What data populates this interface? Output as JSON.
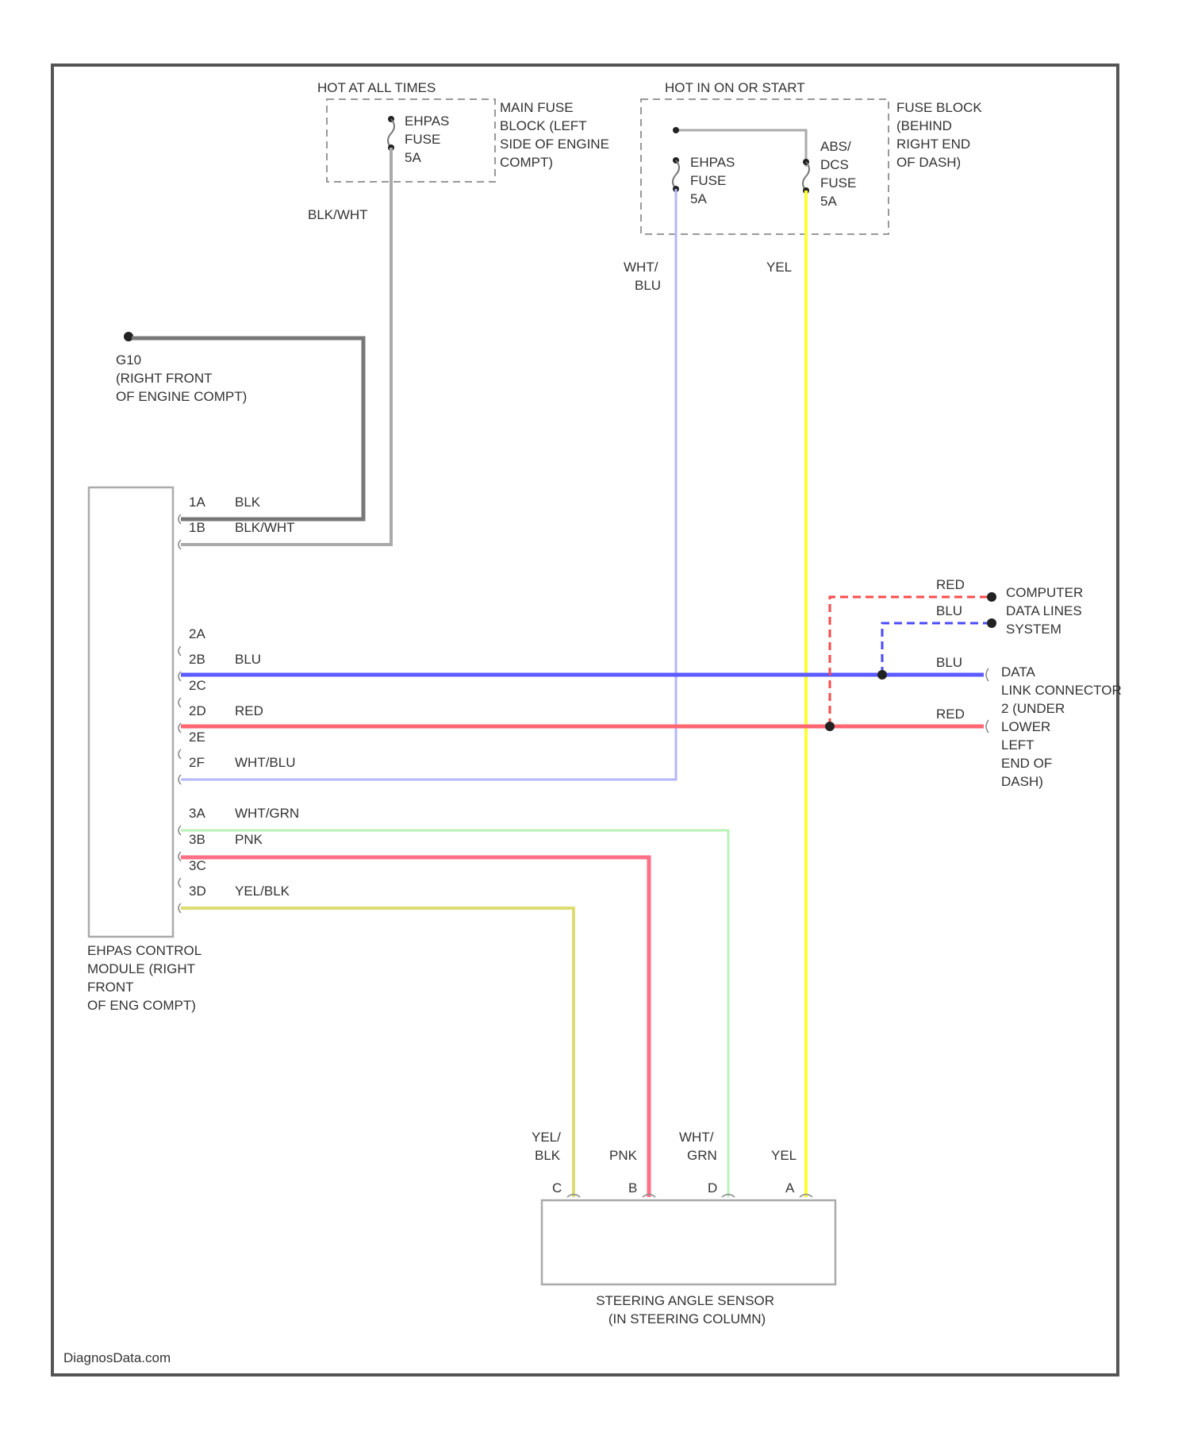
{
  "labels": {
    "hot_at_all_times": "HOT AT ALL TIMES",
    "hot_in_on_or_start": "HOT IN ON OR START",
    "main_fuse_block": [
      "MAIN FUSE",
      "BLOCK (LEFT",
      "SIDE OF ENGINE",
      "COMPT)"
    ],
    "fuse_block_dash": [
      "FUSE BLOCK",
      "(BEHIND",
      "RIGHT END",
      "OF DASH)"
    ],
    "ehpas_fuse_5a_left": [
      "EHPAS",
      "FUSE",
      "5A"
    ],
    "ehpas_fuse_5a_right": [
      "EHPAS",
      "FUSE",
      "5A"
    ],
    "abs_dcs_fuse": [
      "ABS/",
      "DCS",
      "FUSE",
      "5A"
    ],
    "wire_blk_wht_top": "BLK/WHT",
    "wire_wht_blu_top": [
      "WHT/",
      "BLU"
    ],
    "wire_yel_top": "YEL",
    "ground_point": [
      "G10",
      "(RIGHT FRONT",
      "OF ENGINE COMPT)"
    ],
    "computer_data_lines": [
      "COMPUTER",
      "DATA LINES",
      "SYSTEM"
    ],
    "data_link_connector": [
      "DATA",
      "LINK CONNECTOR",
      "2 (UNDER",
      "LOWER",
      "LEFT",
      "END OF",
      "DASH)"
    ],
    "wire_red_dlc_upper": "RED",
    "wire_blu_dlc_upper": "BLU",
    "wire_blu_dlc": "BLU",
    "wire_red_dlc": "RED",
    "control_module": [
      "EHPAS CONTROL",
      "MODULE (RIGHT",
      "FRONT",
      "OF ENG COMPT)"
    ],
    "steering_angle_sensor": [
      "STEERING ANGLE SENSOR",
      "(IN STEERING COLUMN)"
    ],
    "sensor_wire_yel_blk": [
      "YEL/",
      "BLK"
    ],
    "sensor_wire_pnk": "PNK",
    "sensor_wire_wht_grn": [
      "WHT/",
      "GRN"
    ],
    "sensor_wire_yel": "YEL",
    "sensor_pin_c": "C",
    "sensor_pin_b": "B",
    "sensor_pin_d": "D",
    "sensor_pin_a": "A",
    "watermark": "DiagnosData.com"
  },
  "module_pins": [
    {
      "pin": "1A",
      "wire": "BLK"
    },
    {
      "pin": "1B",
      "wire": "BLK/WHT"
    },
    {
      "pin": "2A",
      "wire": ""
    },
    {
      "pin": "2B",
      "wire": "BLU"
    },
    {
      "pin": "2C",
      "wire": ""
    },
    {
      "pin": "2D",
      "wire": "RED"
    },
    {
      "pin": "2E",
      "wire": ""
    },
    {
      "pin": "2F",
      "wire": "WHT/BLU"
    },
    {
      "pin": "3A",
      "wire": "WHT/GRN"
    },
    {
      "pin": "3B",
      "wire": "PNK"
    },
    {
      "pin": "3C",
      "wire": ""
    },
    {
      "pin": "3D",
      "wire": "YEL/BLK"
    }
  ],
  "colors": {
    "blk": "#777777",
    "blk_wht": "#aaaaaa",
    "blu": "#5b5bff",
    "red": "#ff6670",
    "wht_blu": "#b6b6ff",
    "wht_grn": "#b9f2b9",
    "pnk": "#ff6f86",
    "yel_blk": "#dcdc72",
    "yel": "#ffff33",
    "data_red": "#ff4a4a",
    "data_blu": "#4a4aff"
  }
}
